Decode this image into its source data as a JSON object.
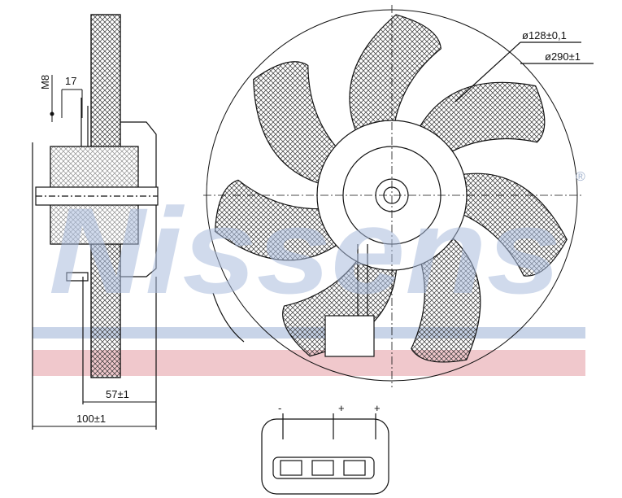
{
  "watermark": {
    "text": "Nissens",
    "registered": "®",
    "band_blue": "#c8d4e8",
    "band_red": "#f0c8cc"
  },
  "dimensions": {
    "inner_diameter": "ø128±0,1",
    "outer_diameter": "ø290±1",
    "thread": "M8",
    "stud_spacing": "17",
    "depth_inner": "57±1",
    "depth_total": "100±1"
  },
  "fan": {
    "blade_count": 7
  },
  "connector": {
    "pins": [
      "-",
      "+",
      "+"
    ]
  }
}
